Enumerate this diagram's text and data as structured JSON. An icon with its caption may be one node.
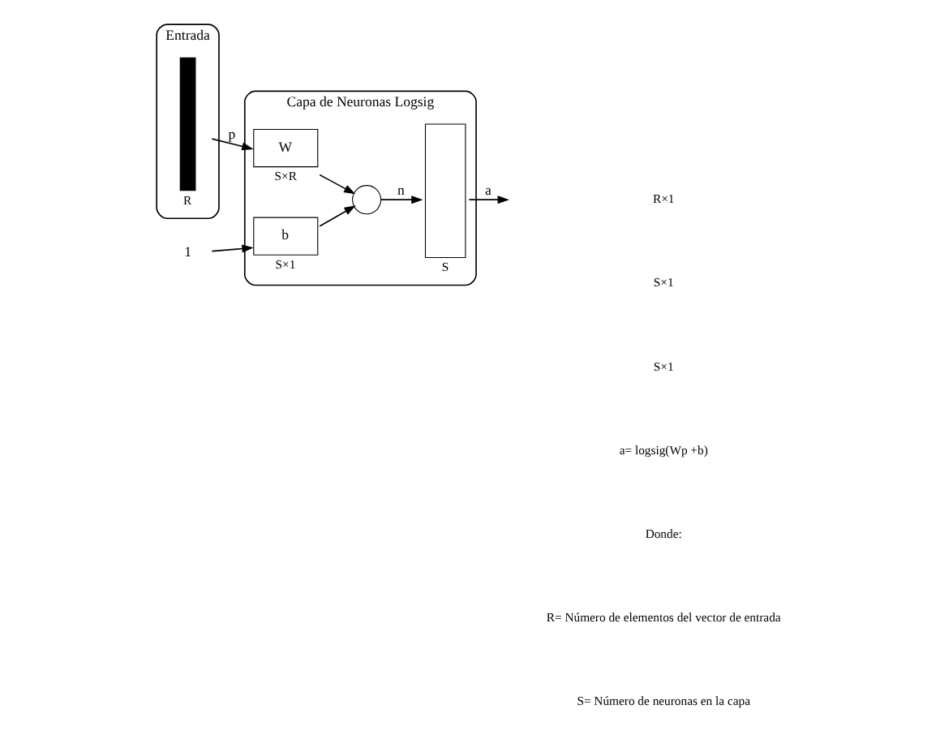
{
  "diagram": {
    "nodes": [
      {
        "text": [
          "Entrada"
        ]
      },
      {
        "text": [
          "Capa de Neuronas Logsig"
        ]
      },
      {
        "text": [],
        "shape": "bar",
        "beside": [
          "R"
        ],
        "in": 0
      },
      {
        "text": [
          "1"
        ]
      },
      {
        "text": [
          "W"
        ],
        "beside": [
          "S×R"
        ],
        "in": 1
      },
      {
        "text": [
          "b"
        ],
        "beside": [
          "S×1"
        ],
        "in": 1
      },
      {
        "text": [],
        "shape": "circle",
        "in": 1
      },
      {
        "text": [],
        "shape": "box",
        "beside": [
          "S"
        ],
        "in": 1
      }
    ],
    "edges": [
      {
        "from": 2,
        "to": 4,
        "arrow": "to",
        "label": "p"
      },
      {
        "from": 3,
        "to": 5,
        "arrow": "to"
      },
      {
        "from": 4,
        "to": 6,
        "arrow": "to"
      },
      {
        "from": 5,
        "to": 6,
        "arrow": "to"
      },
      {
        "from": 6,
        "to": 7,
        "arrow": "to",
        "label": "n"
      },
      {
        "from": 7,
        "to": null,
        "arrow": "to",
        "label": "a"
      }
    ],
    "labels": [
      "R×1",
      "S×1",
      "S×1",
      "a= logsig(Wp +b)",
      "Donde:",
      "R= Número de elementos del vector de entrada",
      "S= Número de neuronas en la capa"
    ]
  }
}
